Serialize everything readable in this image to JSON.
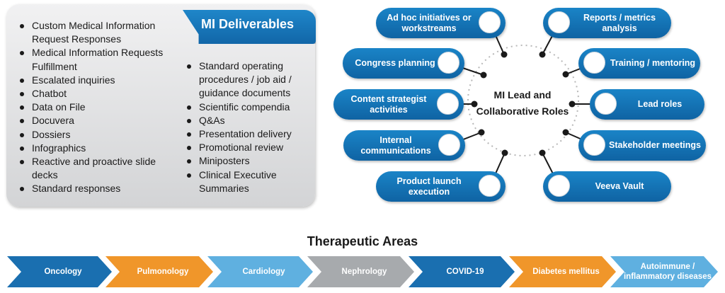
{
  "deliverables": {
    "title": "MI Deliverables",
    "left_items": [
      "Custom Medical Information Request Responses",
      "Medical Information Requests Fulfillment",
      "Escalated inquiries",
      "Chatbot",
      "Data on File",
      "Docuvera",
      "Dossiers",
      "Infographics",
      "Reactive and proactive slide decks",
      "Standard responses"
    ],
    "right_items": [
      "Standard operating procedures / job aid / guidance documents",
      "Scientific compendia",
      "Q&As",
      "Presentation delivery",
      "Promotional review",
      "Miniposters",
      "Clinical Executive Summaries"
    ]
  },
  "roles": {
    "center": "MI Lead and Collaborative Roles",
    "left": [
      "Ad hoc initiatives or workstreams",
      "Congress planning",
      "Content strategist activities",
      "Internal communications",
      "Product launch execution"
    ],
    "right": [
      "Reports / metrics analysis",
      "Training / mentoring",
      "Lead roles",
      "Stakeholder meetings",
      "Veeva Vault"
    ]
  },
  "therapeutic": {
    "title": "Therapeutic Areas",
    "areas": [
      {
        "name": "Oncology",
        "color": "#1a6fb0"
      },
      {
        "name": "Pulmonology",
        "color": "#f0962a"
      },
      {
        "name": "Cardiology",
        "color": "#5fb0e0"
      },
      {
        "name": "Nephrology",
        "color": "#a7aaad"
      },
      {
        "name": "COVID-19",
        "color": "#1a6fb0"
      },
      {
        "name": "Diabetes mellitus",
        "color": "#f0962a"
      },
      {
        "name": "Autoimmune / inflammatory diseases",
        "color": "#5fb0e0"
      }
    ]
  },
  "colors": {
    "primary_blue": "#1670b5",
    "connector": "#1a1a1a",
    "dotted_ring": "#b8b8b8"
  }
}
